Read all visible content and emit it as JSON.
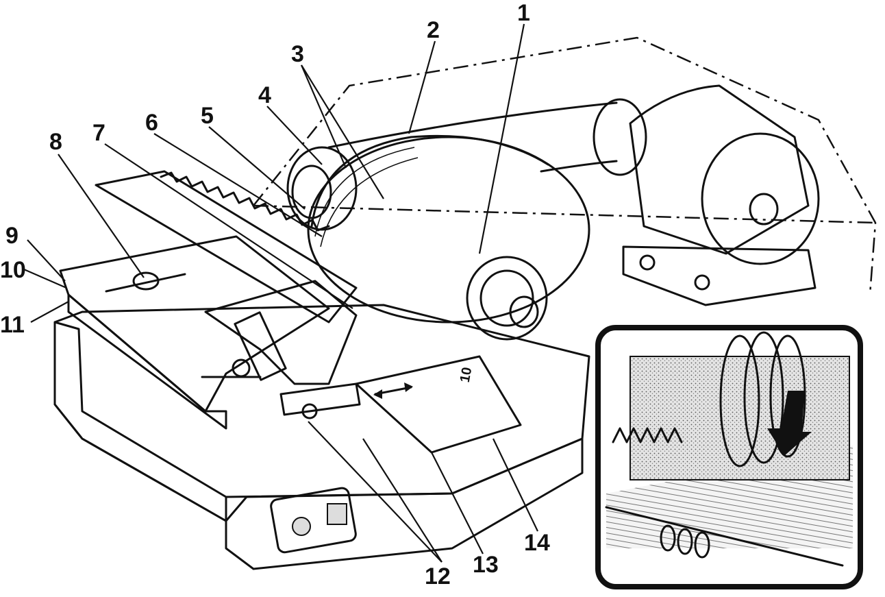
{
  "figure": {
    "callouts": [
      {
        "id": "c1",
        "label": "1"
      },
      {
        "id": "c2",
        "label": "2"
      },
      {
        "id": "c3",
        "label": "3"
      },
      {
        "id": "c4",
        "label": "4"
      },
      {
        "id": "c5",
        "label": "5"
      },
      {
        "id": "c6",
        "label": "6"
      },
      {
        "id": "c7",
        "label": "7"
      },
      {
        "id": "c8",
        "label": "8"
      },
      {
        "id": "c9",
        "label": "9"
      },
      {
        "id": "c10",
        "label": "10"
      },
      {
        "id": "c11",
        "label": "11"
      },
      {
        "id": "c12",
        "label": "12"
      },
      {
        "id": "c13",
        "label": "13"
      },
      {
        "id": "c14",
        "label": "14"
      }
    ],
    "scale_mark": "10",
    "ink_color": "#111111",
    "paper_color": "#ffffff",
    "stipple_color": "#9a9a9a"
  }
}
